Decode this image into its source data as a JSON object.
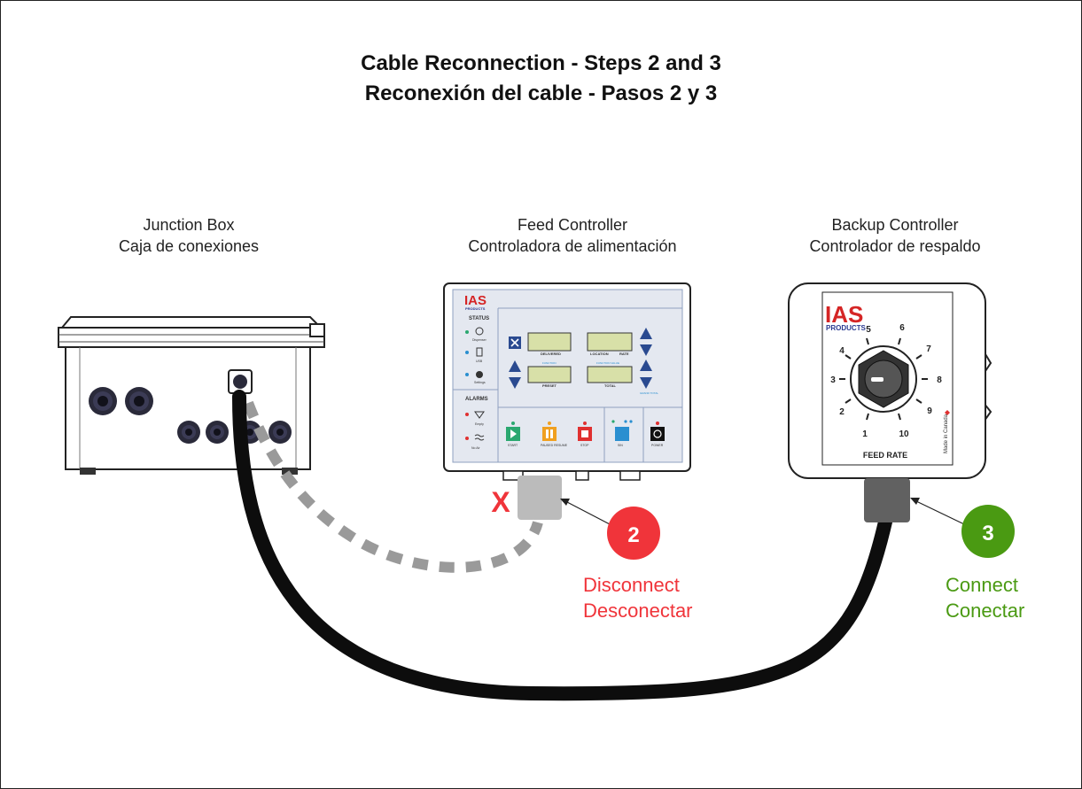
{
  "title": {
    "line1": "Cable Reconnection - Steps 2 and 3",
    "line2": "Reconexión del cable - Pasos 2 y 3"
  },
  "devices": {
    "junction_box": {
      "en": "Junction Box",
      "es": "Caja de conexiones"
    },
    "feed_controller": {
      "en": "Feed Controller",
      "es": "Controladora de alimentación",
      "brand": "IAS",
      "brand_sub": "PRODUCTS",
      "panel": {
        "status": "STATUS",
        "alarms": "ALARMS",
        "status_items": [
          "Dispenser",
          "USB",
          "Settings"
        ],
        "alarm_items": [
          "Empty",
          "No Air"
        ],
        "display_labels": [
          "DELIVERED",
          "LOCATION",
          "RATE",
          "PRESET",
          "TOTAL"
        ],
        "small_labels": [
          "FUNCTION",
          "FUNCTION VALUE",
          "GRAND TOTAL"
        ],
        "buttons": [
          "START",
          "PAUSED RESUME",
          "STOP",
          "SIN",
          "POWER"
        ]
      }
    },
    "backup_controller": {
      "en": "Backup Controller",
      "es": "Controlador de respaldo",
      "brand": "IAS",
      "brand_sub": "PRODUCTS",
      "dial_numbers": [
        "1",
        "2",
        "3",
        "4",
        "5",
        "6",
        "7",
        "8",
        "9",
        "10"
      ],
      "dial_label": "FEED RATE",
      "made_in": "Made in Canada"
    }
  },
  "steps": [
    {
      "number": "2",
      "en": "Disconnect",
      "es": "Desconectar",
      "color": "#f0343a"
    },
    {
      "number": "3",
      "en": "Connect",
      "es": "Conectar",
      "color": "#4a9a12"
    }
  ],
  "disconnect_mark": "X",
  "colors": {
    "cable": "#0d0d0d",
    "old_cable": "#999999",
    "disconnect": "#f0343a",
    "connect": "#4a9a12",
    "panel_bg": "#e4e8f0",
    "display": "#d8e0a8",
    "btn_start": "#2aa870",
    "btn_pause": "#f0a020",
    "btn_stop": "#e03030",
    "btn_sin": "#2a8fd0"
  }
}
